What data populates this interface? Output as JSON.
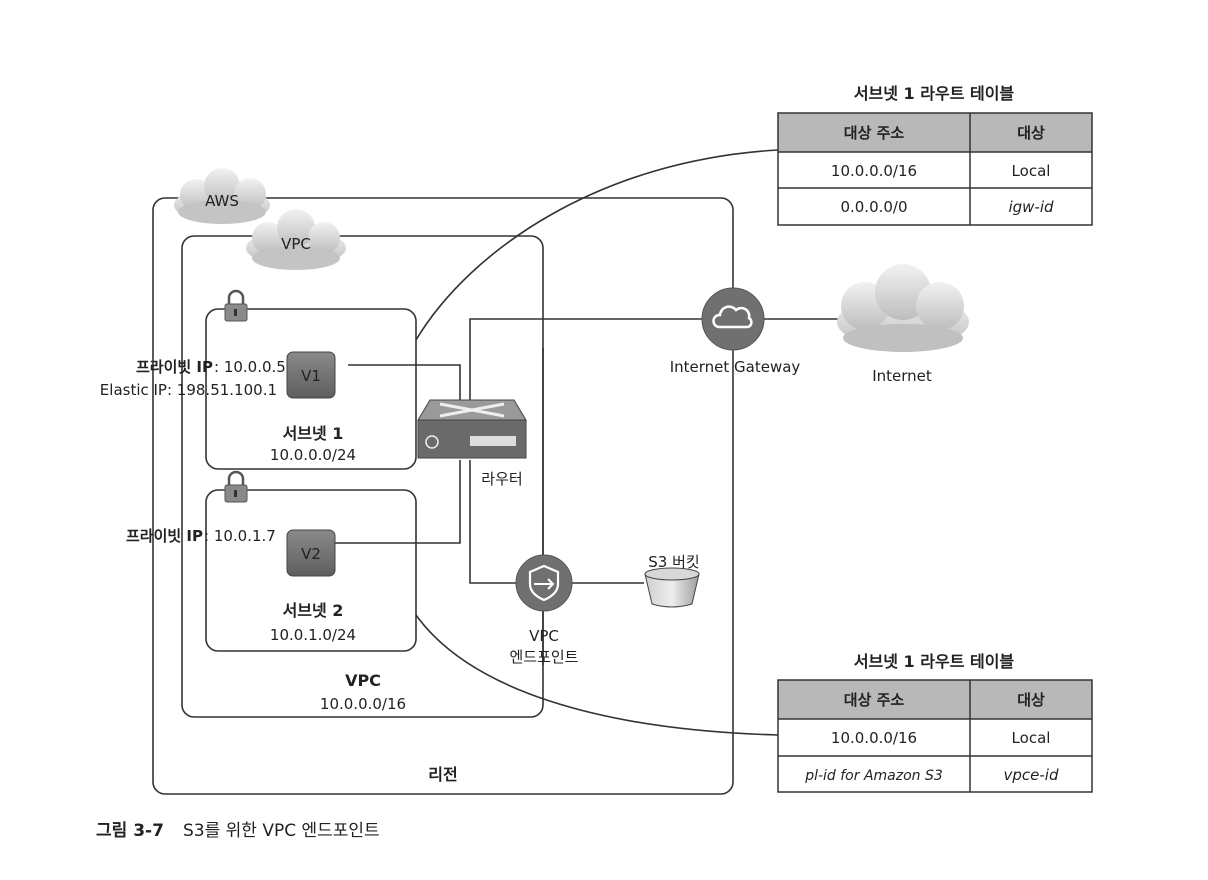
{
  "clouds": {
    "aws": "AWS",
    "vpc": "VPC",
    "internet": "Internet"
  },
  "subnet1": {
    "name": "서브넷 1",
    "cidr": "10.0.0.0/24",
    "instance": "V1",
    "private_ip_label": "프라이빗 IP",
    "private_ip": ": 10.0.0.5",
    "elastic_ip": "Elastic IP: 198.51.100.1"
  },
  "subnet2": {
    "name": "서브넷 2",
    "cidr": "10.0.1.0/24",
    "instance": "V2",
    "private_ip_label": "프라이빗 IP",
    "private_ip": ": 10.0.1.7"
  },
  "vpc": {
    "name": "VPC",
    "cidr": "10.0.0.0/16"
  },
  "region_label": "리전",
  "router_label": "라우터",
  "igw_label": "Internet Gateway",
  "endpoint_label_1": "VPC",
  "endpoint_label_2": "엔드포인트",
  "bucket_label": "S3 버킷",
  "route_table_1": {
    "title": "서브넷 1 라우트 테이블",
    "headers": [
      "대상 주소",
      "대상"
    ],
    "rows": [
      [
        "10.0.0.0/16",
        "Local"
      ],
      [
        "0.0.0.0/0",
        "igw-id"
      ]
    ]
  },
  "route_table_2": {
    "title": "서브넷 1 라우트 테이블",
    "headers": [
      "대상 주소",
      "대상"
    ],
    "rows": [
      [
        "10.0.0.0/16",
        "Local"
      ],
      [
        "pl-id for Amazon S3",
        "vpce-id"
      ]
    ]
  },
  "caption": {
    "number": "그림 3-7",
    "text": "S3를 위한 VPC 엔드포인트"
  }
}
